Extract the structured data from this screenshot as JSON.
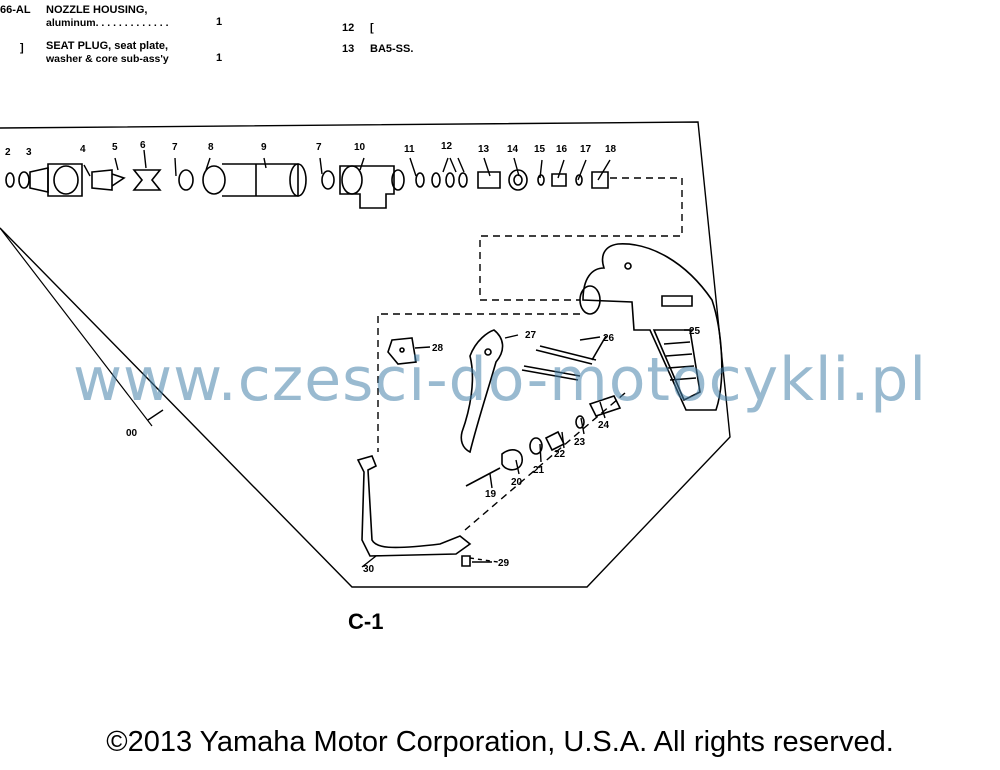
{
  "parts_list": {
    "row1": {
      "ref": "66-AL",
      "name_line1": "NOZZLE HOUSING,",
      "name_line2": "aluminum. . . . . . . . . . . . .",
      "qty": "1"
    },
    "row2": {
      "ref": "]",
      "name_line1": "SEAT PLUG, seat plate,",
      "name_line2": "washer & core sub-ass'y",
      "qty": "1"
    },
    "row3": {
      "ref": "12",
      "mark": "["
    },
    "row4": {
      "ref": "13",
      "name": "BA5-SS."
    }
  },
  "callouts": [
    "2",
    "3",
    "4",
    "5",
    "6",
    "7",
    "8",
    "9",
    "7",
    "10",
    "11",
    "12",
    "13",
    "14",
    "15",
    "16",
    "17",
    "18",
    "00",
    "28",
    "27",
    "26",
    "25",
    "24",
    "23",
    "22",
    "21",
    "20",
    "19",
    "30",
    "29"
  ],
  "figure_label": "C-1",
  "watermark": "www.czesci-do-motocykli.pl",
  "copyright": "©2013 Yamaha Motor Corporation, U.S.A. All rights reserved.",
  "colors": {
    "line": "#000000",
    "watermark": "#4682aa",
    "background": "#ffffff"
  }
}
